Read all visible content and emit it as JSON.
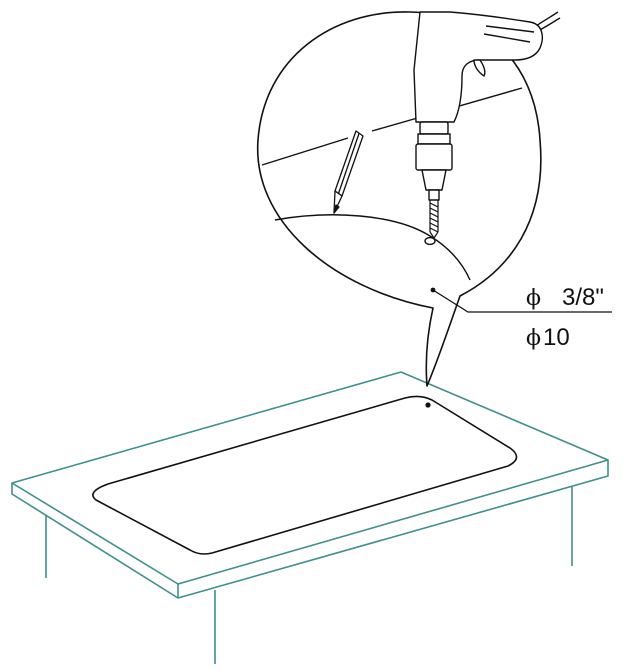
{
  "diagram": {
    "dimension_imperial": "3/8\"",
    "dimension_metric": "10",
    "diameter_symbol": "ϕ",
    "colors": {
      "table_outline": "#3f8f8c",
      "ink": "#111111",
      "background": "#ffffff"
    },
    "icons": [
      "power-drill-icon",
      "pencil-icon",
      "drilled-hole-icon"
    ]
  }
}
